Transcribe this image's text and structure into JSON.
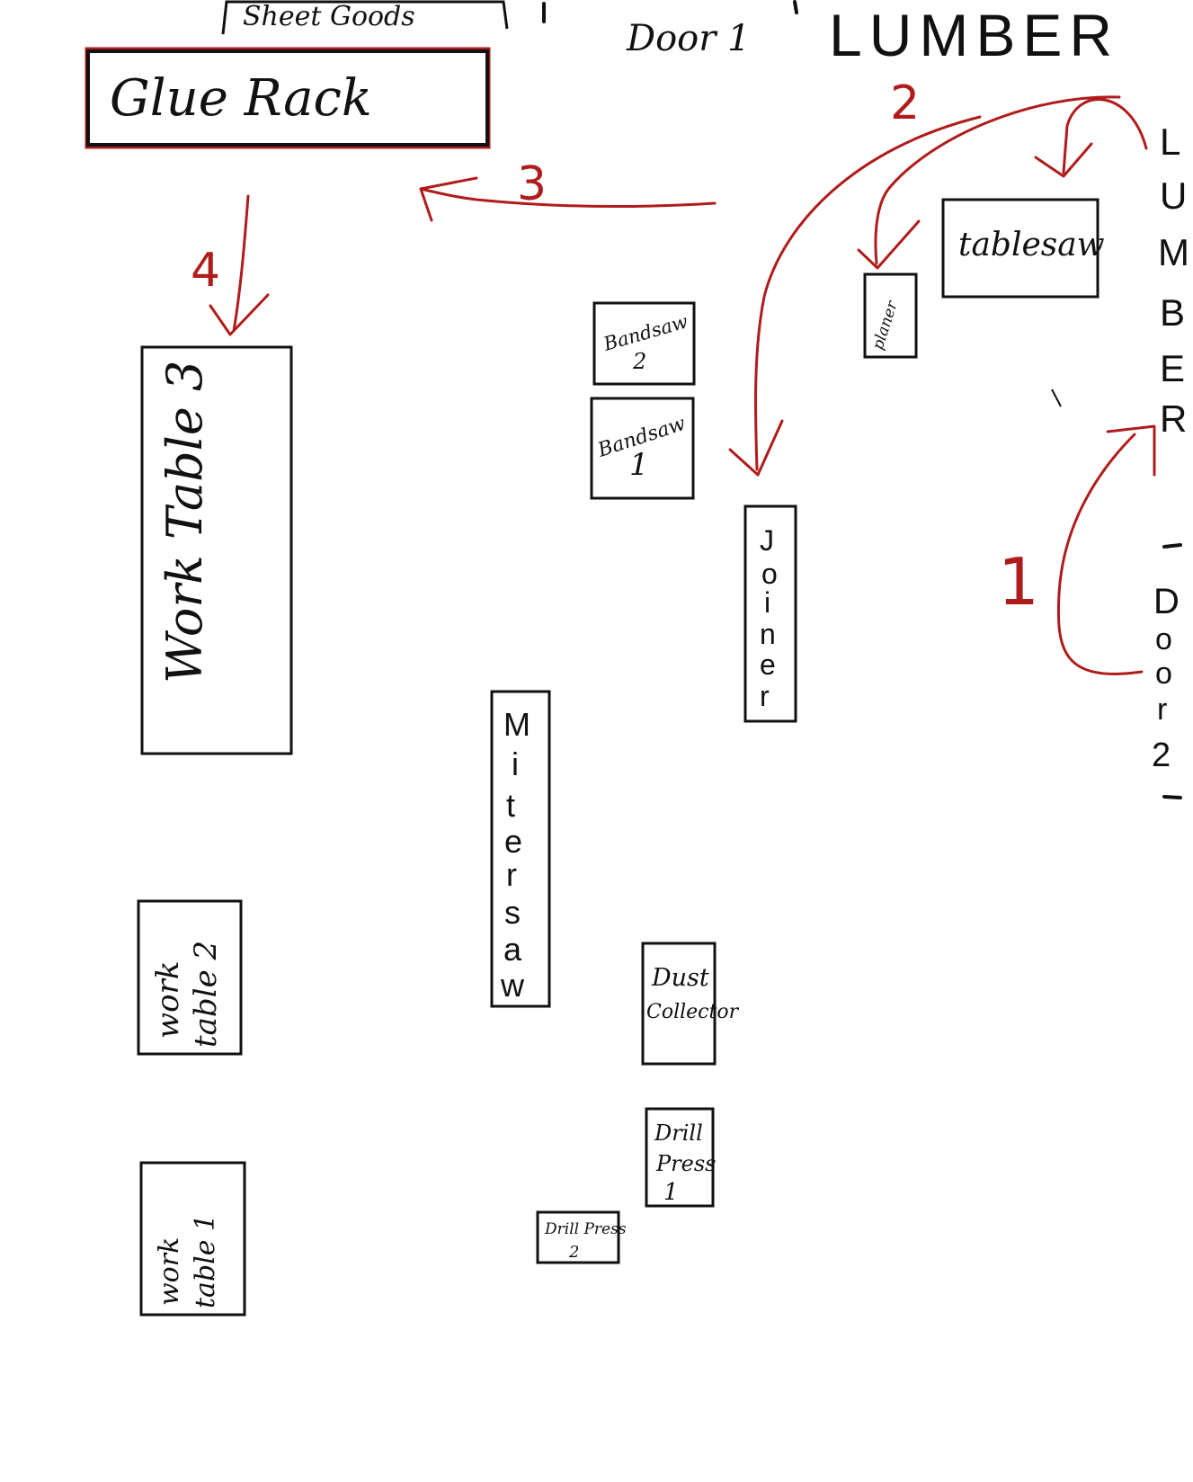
{
  "colors": {
    "ink": "#111111",
    "flow": "#b01c1c",
    "paper": "#ffffff"
  },
  "labels": {
    "sheet_goods": "Sheet Goods",
    "door_1": "Door 1",
    "lumber_top": "LUMBER",
    "lumber_side": [
      "L",
      "U",
      "M",
      "B",
      "E",
      "R"
    ],
    "door_2_side": [
      "D",
      "o",
      "o",
      "r",
      "2"
    ],
    "glue_rack": "Glue Rack",
    "tablesaw": "tablesaw",
    "planer": "planer",
    "bandsaw_2": [
      "Bandsaw",
      "2"
    ],
    "bandsaw_1": [
      "Bandsaw",
      "1"
    ],
    "joiner": [
      "J",
      "o",
      "i",
      "n",
      "e",
      "r"
    ],
    "work_table_3": "Work Table 3",
    "miter_saw": [
      "M",
      "i",
      "t",
      "e",
      "r",
      "s",
      "a",
      "w"
    ],
    "dust_collector": [
      "Dust",
      "Collector"
    ],
    "work_table_2": [
      "work",
      "table 2"
    ],
    "drill_press_1": [
      "Drill",
      "Press",
      "1"
    ],
    "drill_press_2": [
      "Drill Press",
      "2"
    ],
    "work_table_1": [
      "work",
      "table 1"
    ]
  },
  "flow_steps": [
    "1",
    "2",
    "3",
    "4"
  ]
}
